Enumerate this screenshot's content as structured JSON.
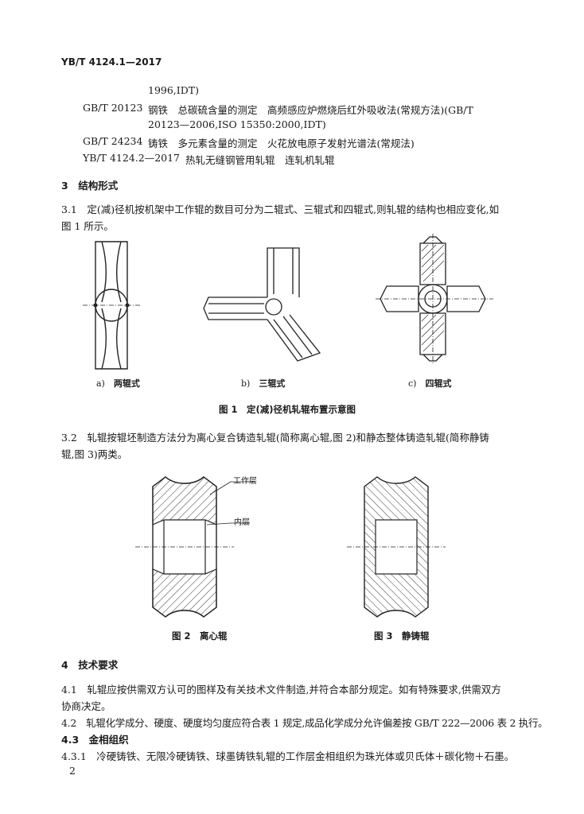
{
  "header": {
    "standard_code": "YB/T 4124.1—2017"
  },
  "references": [
    {
      "code": "",
      "text": "1996,IDT)"
    },
    {
      "code": "GB/T 20123",
      "text": "钢铁　总碳硫含量的测定　高频感应炉燃烧后红外吸收法(常规方法)(GB/T"
    },
    {
      "code": "",
      "text": "20123—2006,ISO 15350:2000,IDT)"
    },
    {
      "code": "GB/T 24234",
      "text": "铸铁　多元素含量的测定　火花放电原子发射光谱法(常规法)"
    },
    {
      "code": "YB/T 4124.2—2017",
      "text": "热轧无缝钢管用轧辊　连轧机轧辊"
    }
  ],
  "section3": {
    "title": "3　结构形式",
    "p31_line1": "3.1　定(减)径机按机架中工作辊的数目可分为二辊式、三辊式和四辊式,则轧辊的结构也相应变化,如",
    "p31_line2": "图 1 所示。",
    "fig1": {
      "sub_a_letter": "a)",
      "sub_a_text": "两辊式",
      "sub_b_letter": "b)",
      "sub_b_text": "三辊式",
      "sub_c_letter": "c)",
      "sub_c_text": "四辊式",
      "caption": "图 1　定(减)径机轧辊布置示意图"
    },
    "p32_line1": "3.2　轧辊按辊坯制造方法分为离心复合铸造轧辊(简称离心辊,图 2)和静态整体铸造轧辊(简称静铸",
    "p32_line2": "辊,图 3)两类。",
    "fig2": {
      "label_work_layer": "工作层",
      "label_inner_layer": "内层",
      "caption": "图 2　离心辊"
    },
    "fig3": {
      "caption": "图 3　静铸辊"
    }
  },
  "section4": {
    "title": "4　技术要求",
    "p41_line1": "4.1　轧辊应按供需双方认可的图样及有关技术文件制造,并符合本部分规定。如有特殊要求,供需双方",
    "p41_line2": "协商决定。",
    "p42": "4.2　轧辊化学成分、硬度、硬度均匀度应符合表 1 规定,成品化学成分允许偏差按 GB/T 222—2006 表 2 执行。",
    "h43": "4.3　金相组织",
    "p431": "4.3.1　冷硬铸铁、无限冷硬铸铁、球墨铸铁轧辊的工作层金相组织为珠光体或贝氏体＋碳化物＋石墨。"
  },
  "footer": {
    "page_number": "2"
  }
}
